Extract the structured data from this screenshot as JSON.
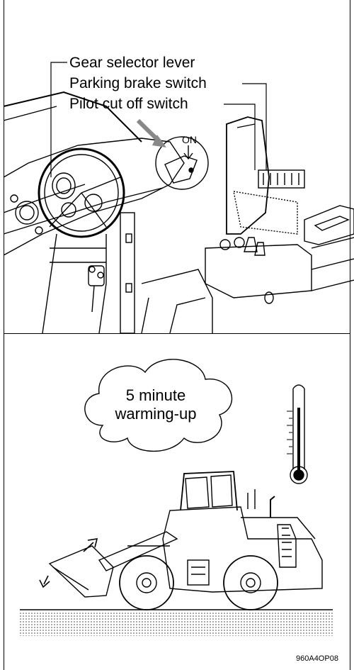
{
  "cab_panel": {
    "labels": {
      "gear_selector": "Gear selector lever",
      "parking_brake": "Parking brake switch",
      "pilot_cut_off": "Pilot cut off switch"
    },
    "switch_state": "ON"
  },
  "warm_up": {
    "cloud_text_line1": "5 minute",
    "cloud_text_line2": "warming-up"
  },
  "figure_code": "960A4OP08",
  "icons": [
    "thermometer-icon",
    "wheel-loader-illustration",
    "steering-wheel-illustration",
    "arrow-icon"
  ]
}
